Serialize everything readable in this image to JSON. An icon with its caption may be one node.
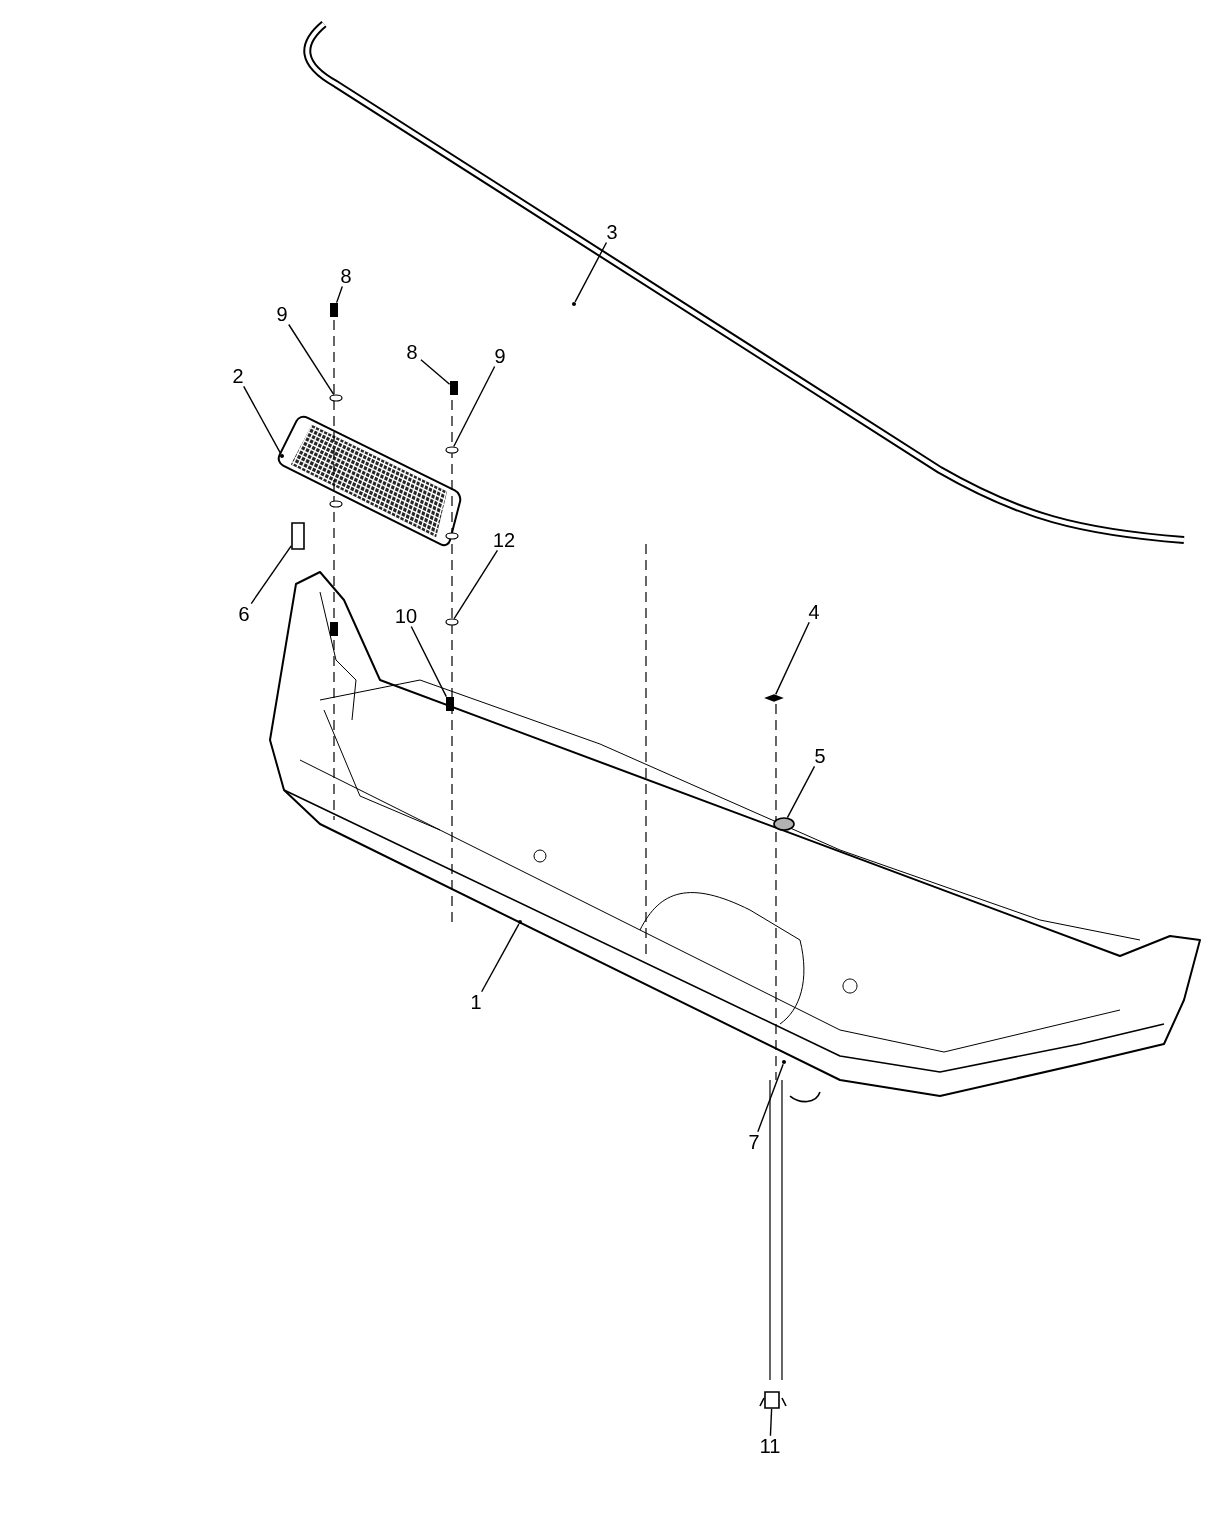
{
  "diagram": {
    "nodes": [
      {
        "text": [
          "3"
        ]
      },
      {
        "text": [
          "8"
        ]
      },
      {
        "text": [
          "9"
        ]
      },
      {
        "text": [
          "8"
        ]
      },
      {
        "text": [
          "9"
        ]
      },
      {
        "text": [
          "2"
        ]
      },
      {
        "text": [
          "12"
        ]
      },
      {
        "text": [
          "4"
        ]
      },
      {
        "text": [
          "6"
        ]
      },
      {
        "text": [
          "10"
        ]
      },
      {
        "text": [
          "5"
        ]
      },
      {
        "text": [
          "1"
        ]
      },
      {
        "text": [
          "7"
        ]
      },
      {
        "text": [
          "11"
        ]
      },
      {
        "text": [],
        "shape": "picture"
      },
      {
        "text": [],
        "shape": "box"
      },
      {
        "text": [],
        "shape": "circle"
      },
      {
        "text": [],
        "shape": "box"
      },
      {
        "text": [],
        "shape": "circle"
      },
      {
        "text": [],
        "shape": "picture"
      },
      {
        "text": [],
        "shape": "circle"
      },
      {
        "text": [],
        "shape": "picture"
      },
      {
        "text": [],
        "shape": "box"
      },
      {
        "text": [],
        "shape": "box"
      },
      {
        "text": [],
        "shape": "circle"
      },
      {
        "text": [],
        "shape": "picture"
      },
      {
        "text": [],
        "shape": "picture"
      },
      {
        "text": [],
        "shape": "box"
      }
    ],
    "edges": [
      {
        "from": 0,
        "to": 14,
        "arrow": "none"
      },
      {
        "from": 1,
        "to": 15,
        "arrow": "none"
      },
      {
        "from": 2,
        "to": 16,
        "arrow": "none"
      },
      {
        "from": 3,
        "to": 17,
        "arrow": "none"
      },
      {
        "from": 4,
        "to": 18,
        "arrow": "none"
      },
      {
        "from": 5,
        "to": 19,
        "arrow": "none"
      },
      {
        "from": 6,
        "to": 20,
        "arrow": "none"
      },
      {
        "from": 7,
        "to": 21,
        "arrow": "none"
      },
      {
        "from": 8,
        "to": 22,
        "arrow": "none"
      },
      {
        "from": 9,
        "to": 23,
        "arrow": "none"
      },
      {
        "from": 10,
        "to": 24,
        "arrow": "none"
      },
      {
        "from": 11,
        "to": 25,
        "arrow": "none"
      },
      {
        "from": 12,
        "to": 26,
        "arrow": "none"
      },
      {
        "from": 13,
        "to": 27,
        "arrow": "none"
      }
    ]
  }
}
